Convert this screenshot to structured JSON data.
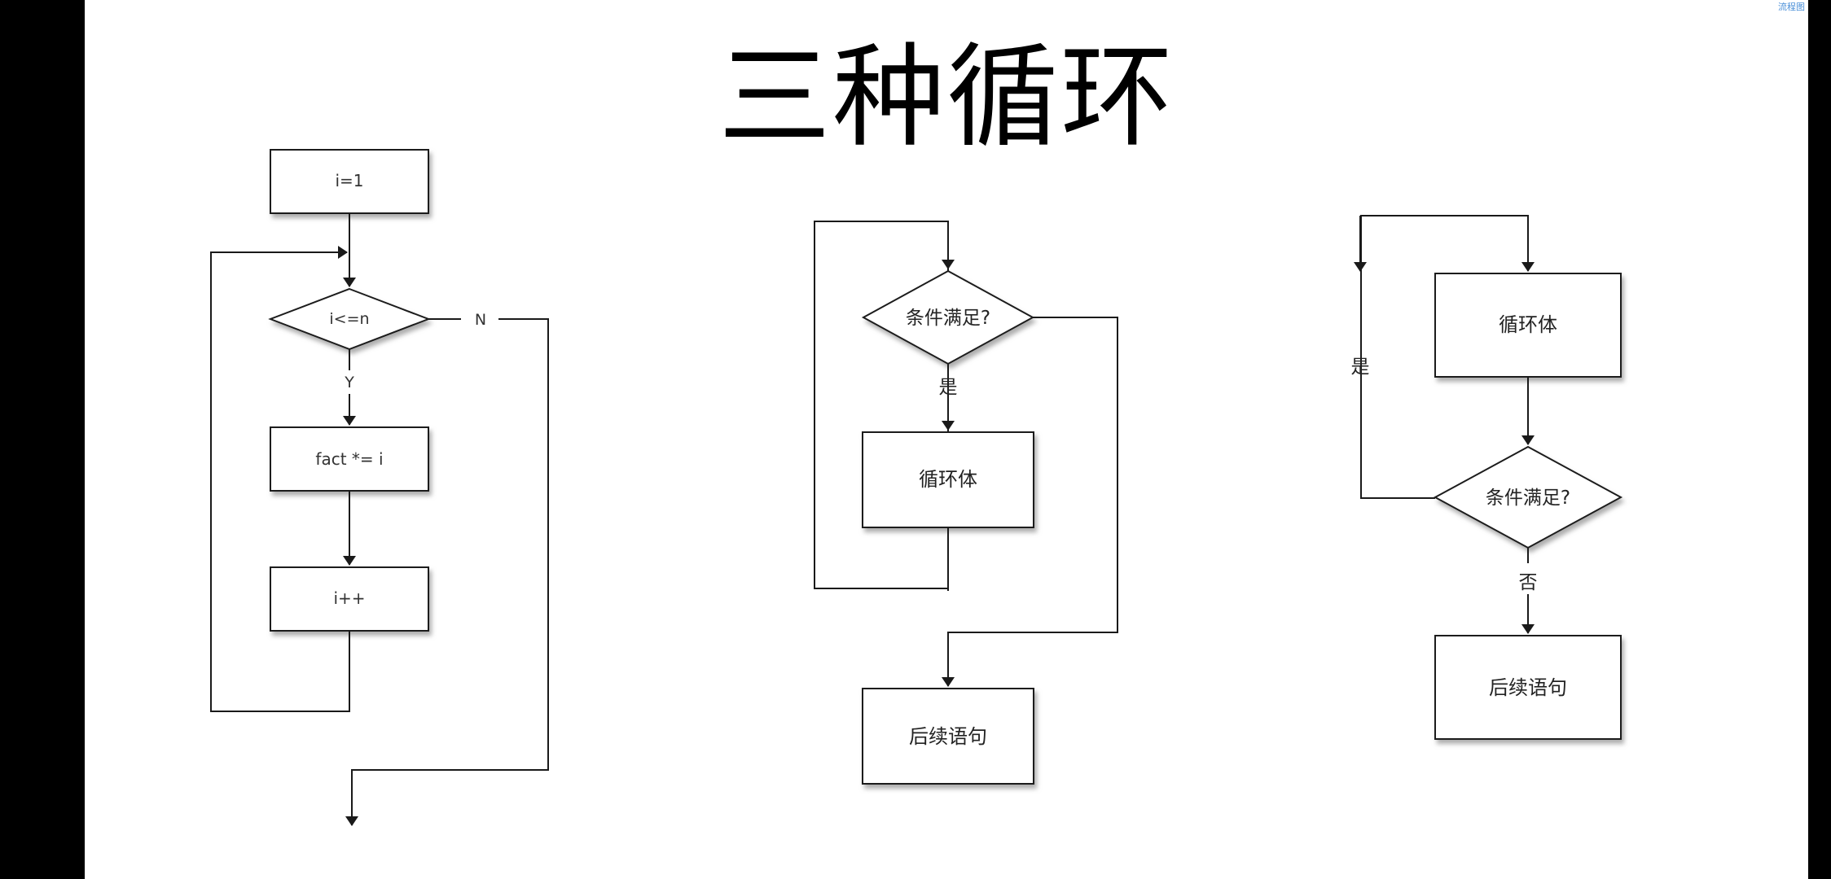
{
  "title": "三种循环",
  "corner_mark": "流程图",
  "colors": {
    "background": "#ffffff",
    "frame": "#000000",
    "stroke": "#1a1a1a",
    "shadow": "#9a9a9a",
    "corner_mark": "#4a8fd8"
  },
  "diagram_for": {
    "init": "i=1",
    "condition": "i<=n",
    "yes": "Y",
    "no": "N",
    "body": "fact *= i",
    "increment": "i++"
  },
  "diagram_while": {
    "condition": "条件满足?",
    "yes": "是",
    "body": "循环体",
    "after": "后续语句"
  },
  "diagram_do_while": {
    "body": "循环体",
    "condition": "条件满足?",
    "yes": "是",
    "no": "否",
    "after": "后续语句"
  }
}
